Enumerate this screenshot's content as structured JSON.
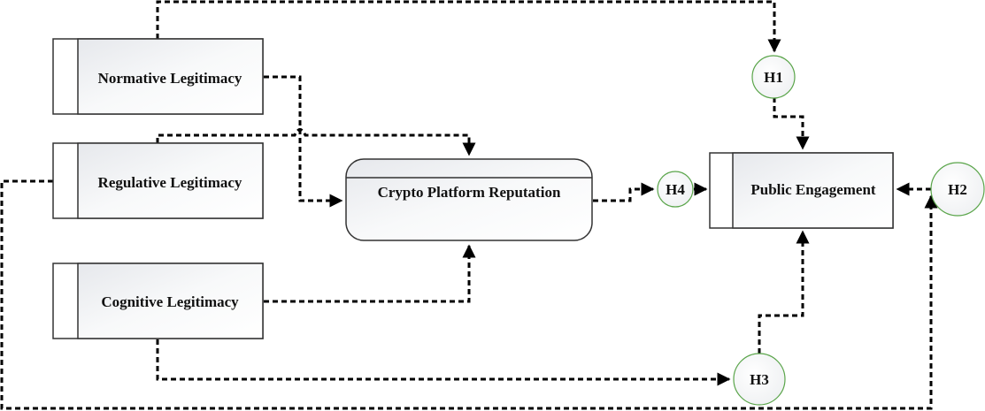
{
  "diagram": {
    "constructs": {
      "normative": "Normative Legitimacy",
      "regulative": "Regulative Legitimacy",
      "cognitive": "Cognitive Legitimacy",
      "reputation": "Crypto Platform Reputation",
      "engagement": "Public Engagement"
    },
    "hypotheses": {
      "h1": "H1",
      "h2": "H2",
      "h3": "H3",
      "h4": "H4"
    },
    "edges": [
      {
        "from": "Normative Legitimacy",
        "to": "H1"
      },
      {
        "from": "H1",
        "to": "Public Engagement"
      },
      {
        "from": "Regulative Legitimacy",
        "to": "H2"
      },
      {
        "from": "H2",
        "to": "Public Engagement"
      },
      {
        "from": "Cognitive Legitimacy",
        "to": "H3"
      },
      {
        "from": "H3",
        "to": "Public Engagement"
      },
      {
        "from": "Normative Legitimacy",
        "to": "Crypto Platform Reputation"
      },
      {
        "from": "Regulative Legitimacy",
        "to": "Crypto Platform Reputation"
      },
      {
        "from": "Cognitive Legitimacy",
        "to": "Crypto Platform Reputation"
      },
      {
        "from": "Crypto Platform Reputation",
        "to": "H4"
      },
      {
        "from": "H4",
        "to": "Public Engagement"
      }
    ],
    "colors": {
      "circle_stroke": "#5aa54a",
      "box_stroke": "#333333",
      "edge": "#000000"
    }
  }
}
